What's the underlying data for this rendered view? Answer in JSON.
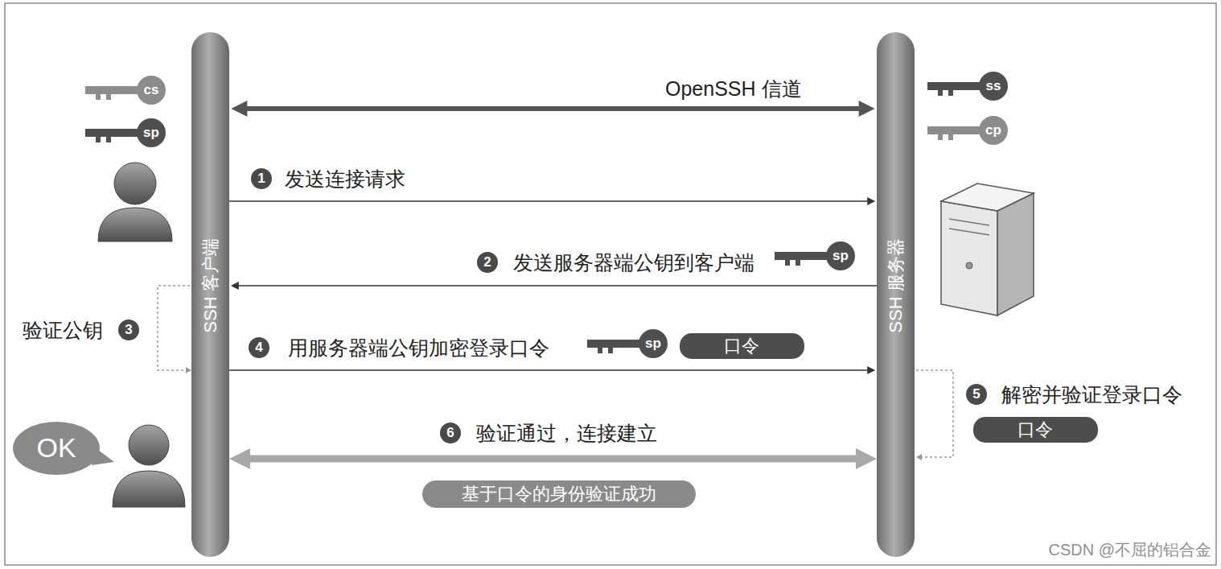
{
  "diagram": {
    "nodes": [
      {
        "text": [
          "SSH 客户端"
        ]
      },
      {
        "text": [
          "SSH 服务器"
        ]
      },
      {
        "text": [
          "口令"
        ]
      },
      {
        "text": [
          "口令"
        ]
      },
      {
        "text": [
          "OK"
        ]
      },
      {
        "text": [
          "基于口令的身份验证成功"
        ]
      }
    ],
    "edges": [
      {
        "from": 0,
        "to": 1,
        "arrow": "both",
        "label": "OpenSSH 信道"
      },
      {
        "from": 0,
        "to": 1,
        "arrow": "to",
        "label": "发送连接请求"
      },
      {
        "from": 1,
        "to": 0,
        "arrow": "to",
        "label": "发送服务器端公钥到客户端"
      },
      {
        "from": 0,
        "to": 1,
        "arrow": "to",
        "label": "用服务器端公钥加密登录口令"
      },
      {
        "from": 0,
        "to": 1,
        "arrow": "both",
        "label": "验证通过，连接建立"
      }
    ],
    "labels": [
      "cs",
      "sp",
      "ss",
      "cp",
      "1",
      "2",
      "sp",
      "3",
      "验证公钥",
      "4",
      "sp",
      "5",
      "解密并验证登录口令",
      "6",
      "CSDN @不屈的铝合金"
    ]
  }
}
